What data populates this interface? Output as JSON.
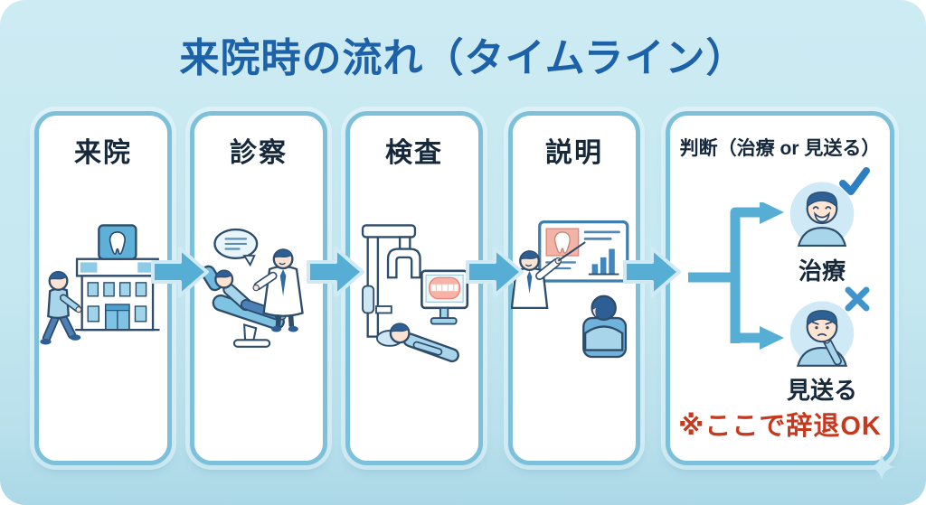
{
  "title": "来院時の流れ（タイムライン）",
  "steps": [
    {
      "label": "来院",
      "illustration": "patient-walking-to-dental-clinic"
    },
    {
      "label": "診察",
      "illustration": "dentist-consulting-patient-in-chair"
    },
    {
      "label": "検査",
      "illustration": "panoramic-xray-scan-with-teeth-monitor"
    },
    {
      "label": "説明",
      "illustration": "doctor-explaining-results-on-monitor"
    },
    {
      "label": "判断（治療 or 見送る）",
      "illustration": "decision-branch",
      "options": [
        {
          "label": "治療",
          "mark": "check-icon",
          "avatar": "smiling-patient-avatar"
        },
        {
          "label": "見送る",
          "mark": "cross-icon",
          "avatar": "worried-patient-avatar"
        }
      ],
      "note": "※ここで辞退OK"
    }
  ],
  "colors": {
    "background": "#c6e8f1",
    "card_border": "#7cc0da",
    "title_text": "#1d62a8",
    "heading_text": "#16283c",
    "arrow": "#56aed5",
    "note_text": "#c6391e",
    "check_mark": "#2e7fc1",
    "cross_mark": "#3f94cc"
  }
}
